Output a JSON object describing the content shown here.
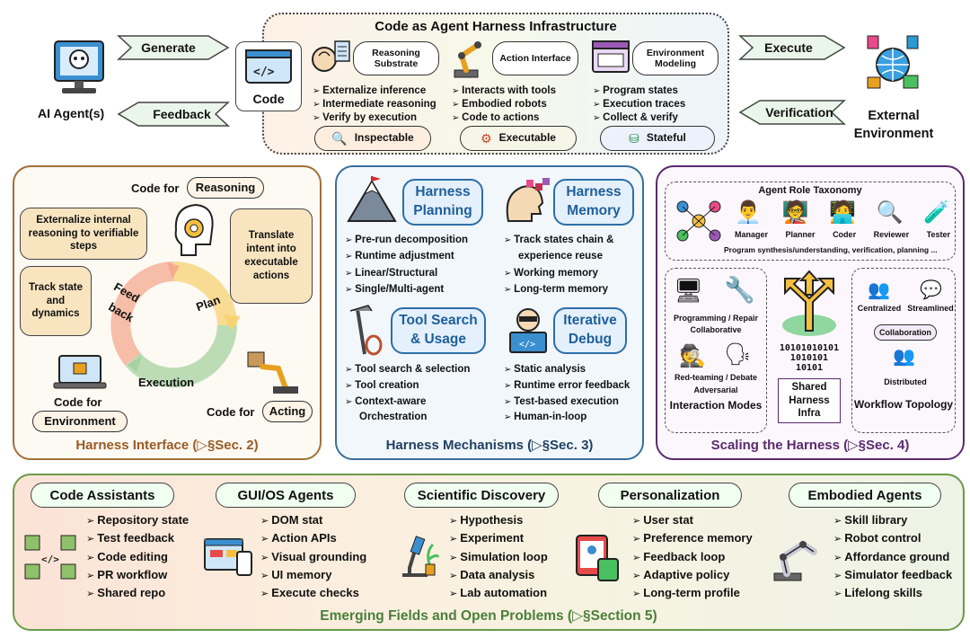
{
  "top": {
    "infra_title": "Code as Agent Harness Infrastructure",
    "agent_label": "AI Agent(s)",
    "generate": "Generate",
    "feedback": "Feedback",
    "code": "Code",
    "execute": "Execute",
    "verification": "Verification",
    "env_label": "External Environment",
    "columns": [
      {
        "title": "Reasoning Substrate",
        "bullets": [
          "Externalize inference",
          "Intermediate reasoning",
          "Verify by execution"
        ],
        "badge": "Inspectable"
      },
      {
        "title": "Action Interface",
        "bullets": [
          "Interacts with tools",
          "Embodied robots",
          "Code to actions"
        ],
        "badge": "Executable"
      },
      {
        "title": "Environment Modeling",
        "bullets": [
          "Program states",
          "Execution traces",
          "Collect & verify"
        ],
        "badge": "Stateful"
      }
    ]
  },
  "interface": {
    "code_for_reasoning": "Code for",
    "reasoning": "Reasoning",
    "bubble_left": "Externalize internal reasoning to verifiable steps",
    "bubble_right": "Translate intent into executable actions",
    "bubble_state": "Track state and dynamics",
    "feed": "Feed",
    "back": "back",
    "plan": "Plan",
    "execution": "Execution",
    "code_for_env": "Code for",
    "environment": "Environment",
    "code_for_acting": "Code for",
    "acting": "Acting",
    "footer": "Harness Interface (▷§Sec. 2)"
  },
  "mechanisms": {
    "planning": {
      "title": "Harness Planning",
      "bullets": [
        "Pre-run decomposition",
        "Runtime adjustment",
        "Linear/Structural",
        "Single/Multi-agent"
      ]
    },
    "memory": {
      "title": "Harness Memory",
      "bullets": [
        "Track states chain &",
        "experience reuse",
        "Working memory",
        "Long-term memory"
      ]
    },
    "tools": {
      "title": "Tool Search & Usage",
      "bullets": [
        "Tool search & selection",
        "Tool creation",
        "Context-aware",
        "Orchestration"
      ]
    },
    "debug": {
      "title": "Iterative Debug",
      "bullets": [
        "Static analysis",
        "Runtime error feedback",
        "Test-based execution",
        "Human-in-loop"
      ]
    },
    "footer": "Harness Mechanisms (▷§Sec. 3)"
  },
  "scaling": {
    "taxonomy_title": "Agent Role Taxonomy",
    "roles": [
      "Manager",
      "Planner",
      "Coder",
      "Reviewer",
      "Tester"
    ],
    "roles_caption": "Program synthesis/understanding, verification, planning ...",
    "modes": [
      "Programming / Repair",
      "Collaborative",
      "Red-teaming / Debate",
      "Adversarial"
    ],
    "modes_title": "Interaction Modes",
    "infra_title": "Shared Harness Infra",
    "binary": [
      "10101010101",
      "1010101",
      "10101"
    ],
    "topology": [
      "Centralized",
      "Streamlined",
      "Collaboration",
      "Distributed"
    ],
    "topology_title": "Workflow Topology",
    "footer": "Scaling the Harness (▷§Sec. 4)"
  },
  "fields": {
    "columns": [
      {
        "title": "Code Assistants",
        "bullets": [
          "Repository state",
          "Test feedback",
          "Code editing",
          "PR workflow",
          "Shared repo"
        ]
      },
      {
        "title": "GUI/OS Agents",
        "bullets": [
          "DOM stat",
          "Action APIs",
          "Visual grounding",
          "UI memory",
          "Execute checks"
        ]
      },
      {
        "title": "Scientific Discovery",
        "bullets": [
          "Hypothesis",
          "Experiment",
          "Simulation loop",
          "Data analysis",
          "Lab automation"
        ]
      },
      {
        "title": "Personalization",
        "bullets": [
          "User stat",
          "Preference memory",
          "Feedback loop",
          "Adaptive policy",
          "Long-term profile"
        ]
      },
      {
        "title": "Embodied Agents",
        "bullets": [
          "Skill library",
          "Robot control",
          "Affordance ground",
          "Simulator feedback",
          "Lifelong skills"
        ]
      }
    ],
    "footer": "Emerging Fields and Open Problems (▷§Section 5)"
  },
  "colors": {
    "orange": "#9a5a24",
    "blue": "#1f4f7a",
    "purple": "#5a2a6e",
    "green": "#4a7f3a"
  }
}
